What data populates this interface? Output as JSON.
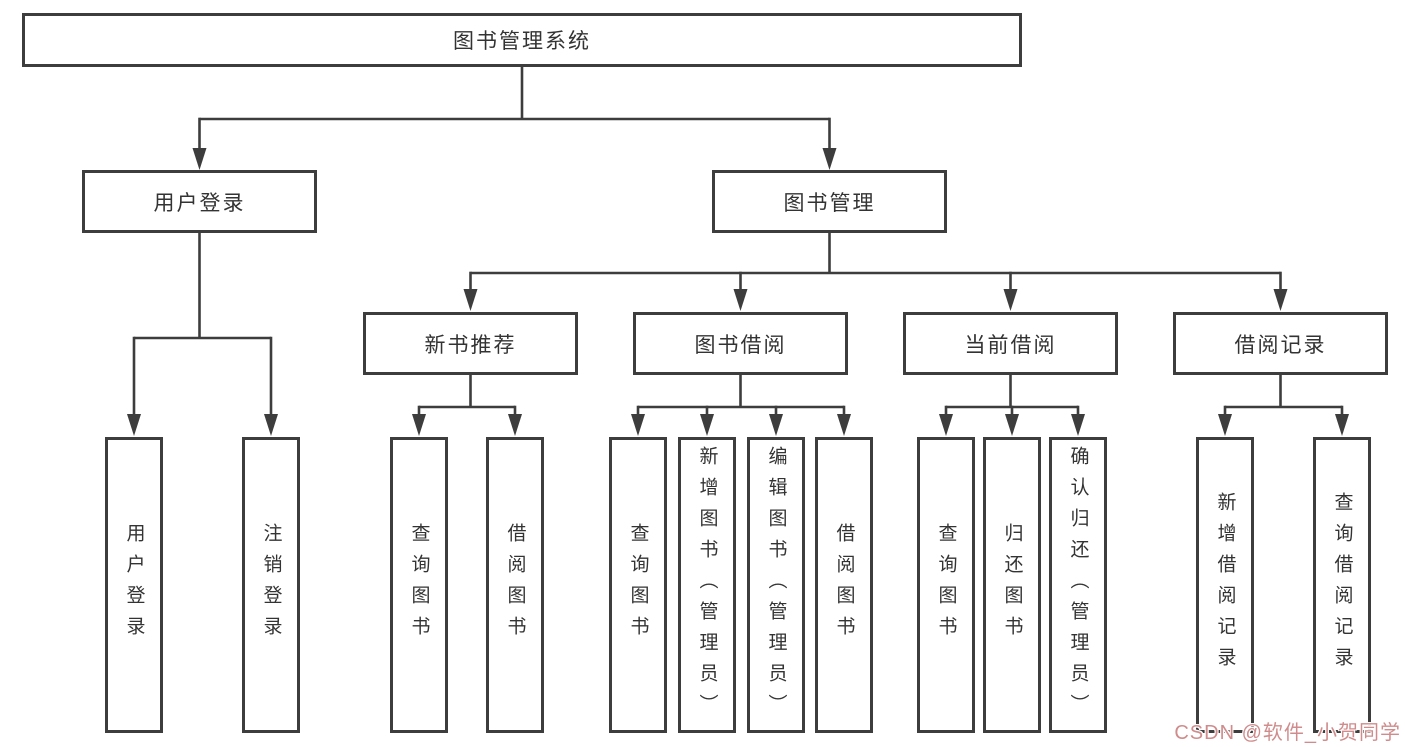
{
  "colors": {
    "border": "#3d3d3d",
    "text": "#333333",
    "watermark": "#d08c8c",
    "bg": "#ffffff"
  },
  "root": {
    "label": "图书管理系统"
  },
  "branches": {
    "user": {
      "label": "用户登录",
      "children": [
        {
          "label": "用户登录"
        },
        {
          "label": "注销登录"
        }
      ]
    },
    "book": {
      "label": "图书管理"
    }
  },
  "sections": [
    {
      "label": "新书推荐",
      "children": [
        {
          "label": "查询图书"
        },
        {
          "label": "借阅图书"
        }
      ]
    },
    {
      "label": "图书借阅",
      "children": [
        {
          "label": "查询图书"
        },
        {
          "label": "新增图书（管理员）"
        },
        {
          "label": "编辑图书（管理员）"
        },
        {
          "label": "借阅图书"
        }
      ]
    },
    {
      "label": "当前借阅",
      "children": [
        {
          "label": "查询图书"
        },
        {
          "label": "归还图书"
        },
        {
          "label": "确认归还（管理员）"
        }
      ]
    },
    {
      "label": "借阅记录",
      "children": [
        {
          "label": "新增借阅记录"
        },
        {
          "label": "查询借阅记录"
        }
      ]
    }
  ],
  "watermark": {
    "text": "CSDN @软件_小贺同学"
  }
}
